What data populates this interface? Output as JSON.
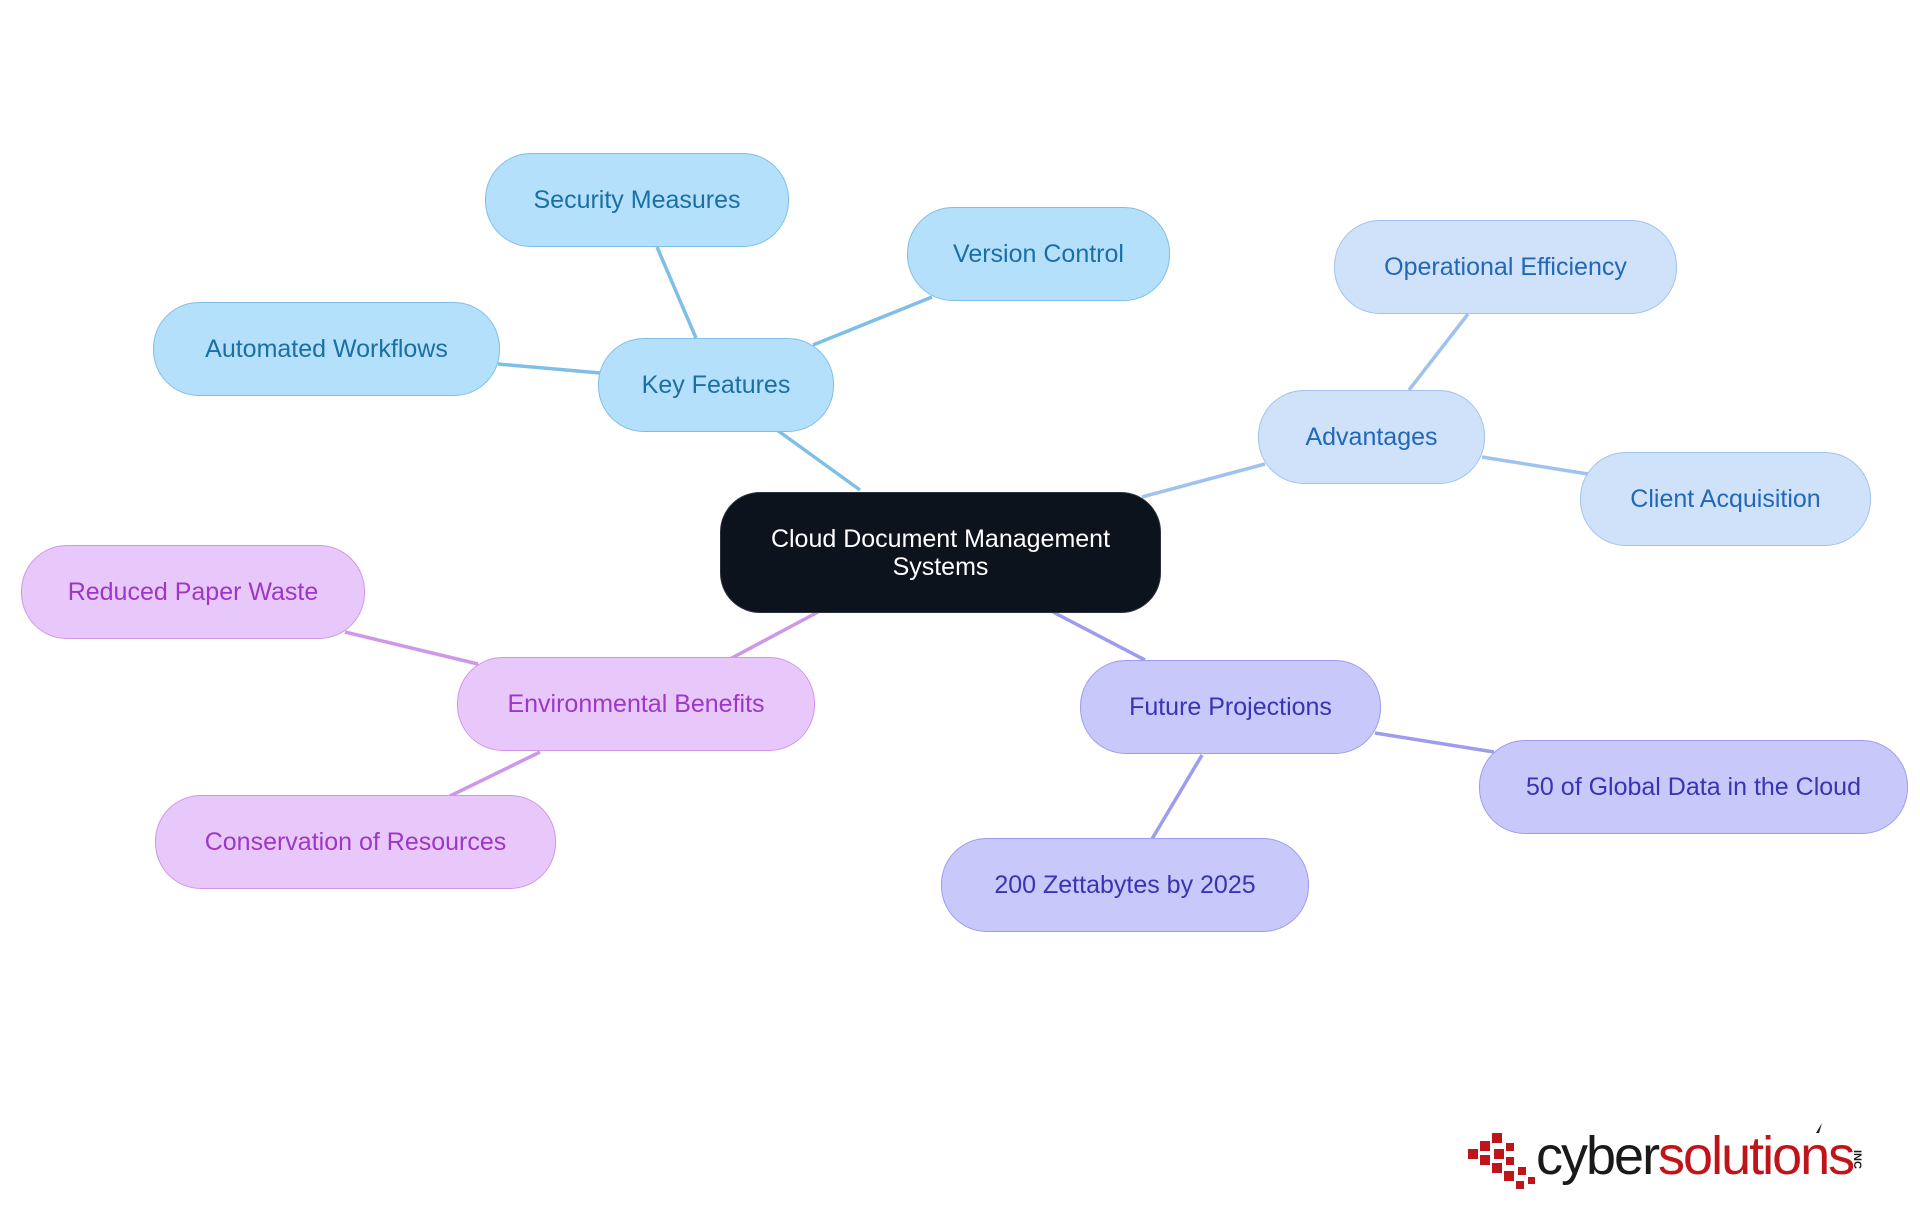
{
  "colors": {
    "key_features": "#7fbfe6",
    "advantages": "#9fc2ee",
    "future_projections": "#9d9cee",
    "environmental_benefits": "#cd97ea",
    "center": "#0d131c",
    "logo_red": "#c0141b",
    "logo_dark": "#1a1a1a"
  },
  "mindmap": {
    "center": {
      "label": "Cloud Document Management Systems"
    },
    "branches": [
      {
        "id": "key-features",
        "label": "Key Features",
        "children": [
          {
            "label": "Security Measures"
          },
          {
            "label": "Version Control"
          },
          {
            "label": "Automated Workflows"
          }
        ]
      },
      {
        "id": "advantages",
        "label": "Advantages",
        "children": [
          {
            "label": "Operational Efficiency"
          },
          {
            "label": "Client Acquisition"
          }
        ]
      },
      {
        "id": "future-projections",
        "label": "Future Projections",
        "children": [
          {
            "label": "50 of Global Data in the Cloud"
          },
          {
            "label": "200 Zettabytes by 2025"
          }
        ]
      },
      {
        "id": "environmental-benefits",
        "label": "Environmental Benefits",
        "children": [
          {
            "label": "Reduced Paper Waste"
          },
          {
            "label": "Conservation of Resources"
          }
        ]
      }
    ]
  },
  "logo": {
    "text_part1": "cyber",
    "text_part2": "solutions",
    "suffix": "INC",
    "icon": "red-pixel-cursor-icon"
  }
}
